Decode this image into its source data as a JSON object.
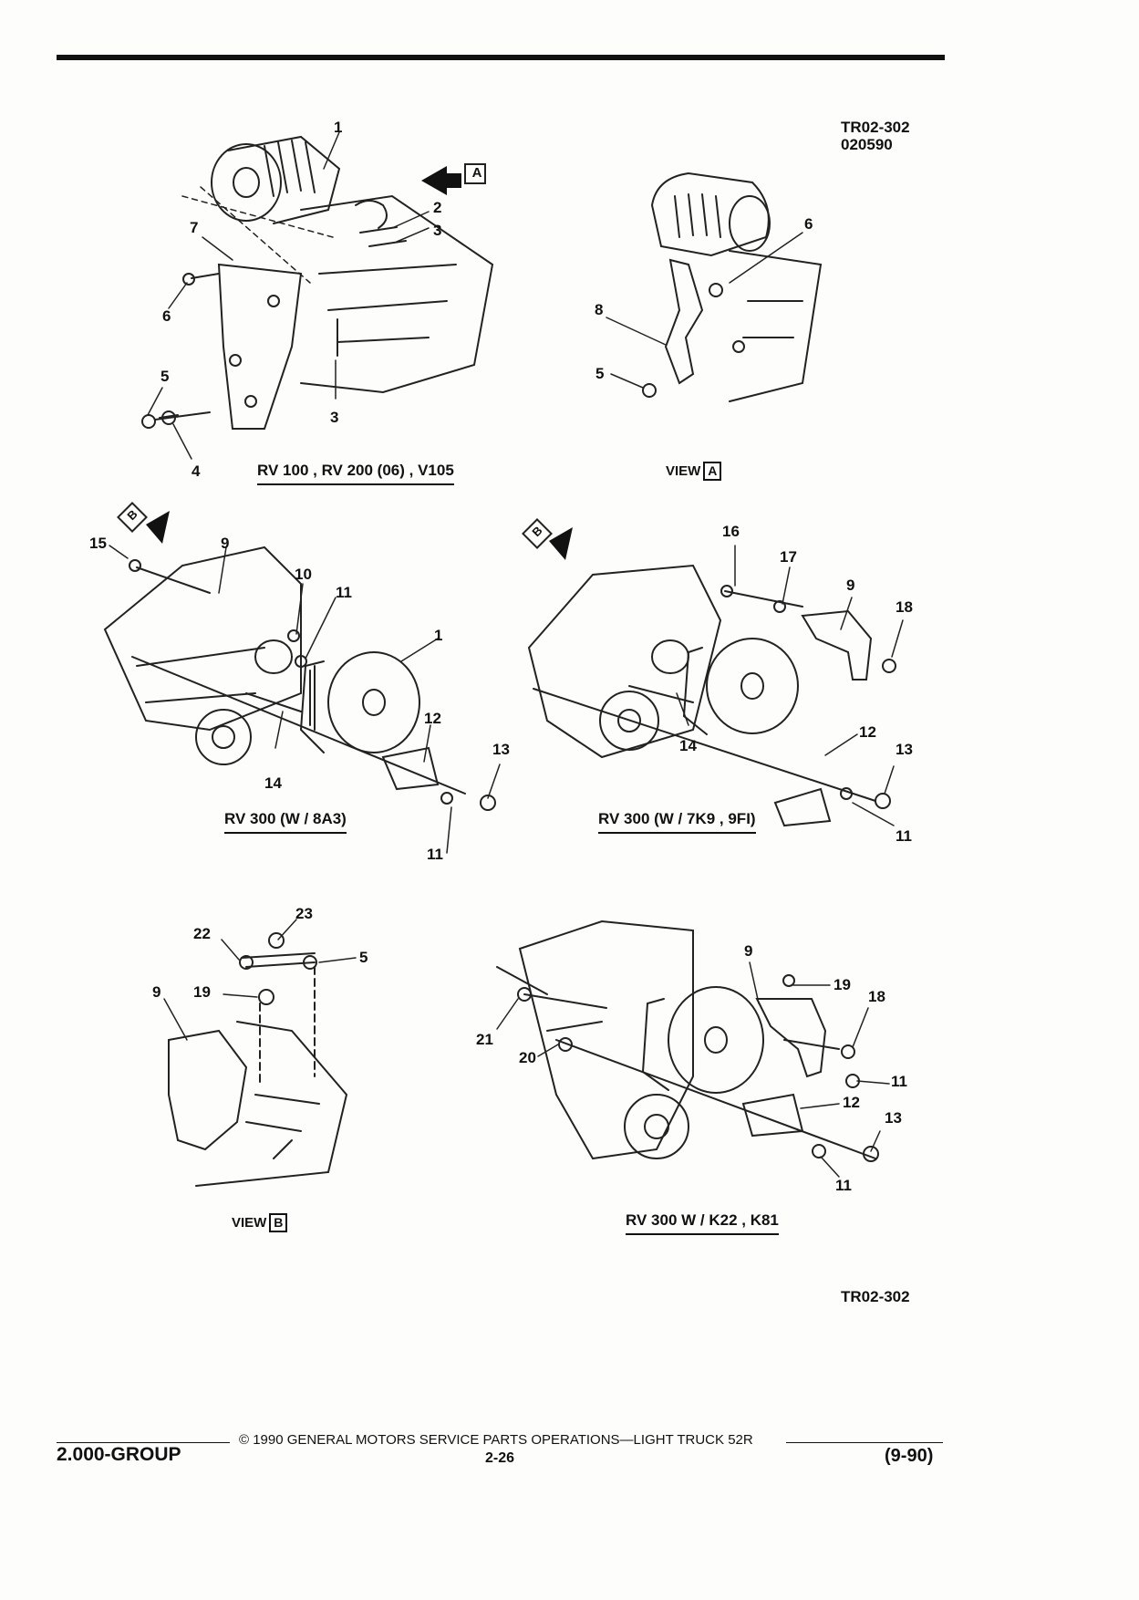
{
  "header": {
    "ref_code_top": "TR02-302",
    "date_code": "020590",
    "ref_code_bottom": "TR02-302"
  },
  "figures": {
    "rv100": {
      "caption": "RV 100 , RV 200 (06) , V105",
      "callouts": [
        "1",
        "2",
        "3",
        "7",
        "6",
        "5",
        "3",
        "4"
      ],
      "view_marker": "A"
    },
    "view_a": {
      "label": "VIEW",
      "box": "A",
      "callouts": [
        "6",
        "8",
        "5"
      ]
    },
    "rv300_8a3": {
      "caption": "RV 300    (W / 8A3)",
      "callouts": [
        "15",
        "9",
        "10",
        "11",
        "1",
        "12",
        "13",
        "14",
        "11"
      ],
      "view_marker": "B"
    },
    "rv300_7k9": {
      "caption": "RV  300  (W / 7K9 , 9FI)",
      "callouts": [
        "16",
        "17",
        "9",
        "18",
        "12",
        "13",
        "14",
        "11"
      ],
      "view_marker": "B"
    },
    "view_b": {
      "label": "VIEW",
      "box": "B",
      "callouts": [
        "23",
        "22",
        "5",
        "9",
        "19"
      ]
    },
    "rv300_k22": {
      "caption": "RV  300  W / K22 ,  K81",
      "callouts": [
        "9",
        "19",
        "18",
        "21",
        "20",
        "11",
        "12",
        "13",
        "11"
      ]
    }
  },
  "footer": {
    "group": "2.000-GROUP",
    "copyright": "©  1990  GENERAL MOTORS SERVICE PARTS OPERATIONS—LIGHT TRUCK 52R",
    "page": "2-26",
    "date": "(9-90)"
  }
}
